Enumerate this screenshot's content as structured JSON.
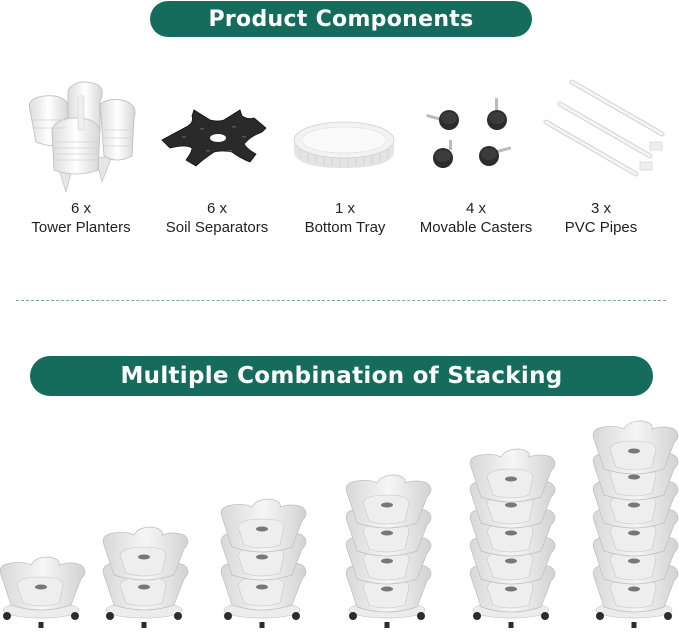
{
  "sections": {
    "components_title": "Product Components",
    "stacking_title": "Multiple Combination of Stacking"
  },
  "colors": {
    "banner_green": "#156c5c",
    "divider": "#7aa89c",
    "planter_white": "#ececec",
    "separator_black": "#2a2a2a"
  },
  "components": [
    {
      "qty": "6 x",
      "name": "Tower Planters",
      "icon": "tower-planter-icon"
    },
    {
      "qty": "6 x",
      "name": "Soil Separators",
      "icon": "soil-separator-icon"
    },
    {
      "qty": "1 x",
      "name": "Bottom Tray",
      "icon": "bottom-tray-icon"
    },
    {
      "qty": "4 x",
      "name": "Movable Casters",
      "icon": "caster-icon"
    },
    {
      "qty": "3 x",
      "name": "PVC Pipes",
      "icon": "pvc-pipe-icon"
    }
  ],
  "stacks": [
    {
      "tiers": 1
    },
    {
      "tiers": 2
    },
    {
      "tiers": 3
    },
    {
      "tiers": 4
    },
    {
      "tiers": 5
    },
    {
      "tiers": 6
    }
  ]
}
